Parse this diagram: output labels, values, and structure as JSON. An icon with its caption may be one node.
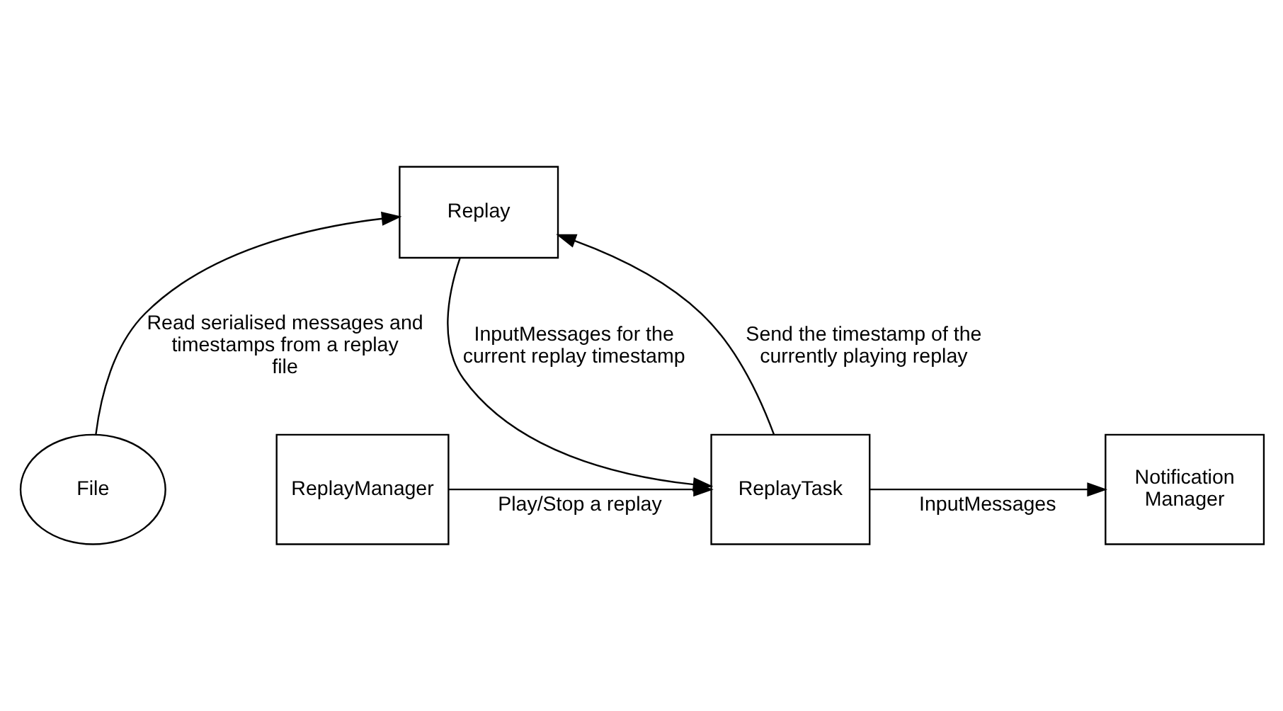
{
  "diagram": {
    "nodes": [
      {
        "text": [
          "Notification Manager"
        ]
      },
      {
        "text": [
          "ReplayTask"
        ]
      },
      {
        "text": [
          "ReplayManager"
        ]
      },
      {
        "text": [
          "Replay"
        ]
      },
      {
        "text": [
          "File"
        ]
      }
    ],
    "edges": [
      {
        "from": 1,
        "to": 0,
        "arrow": "to",
        "label": "InputMessages"
      },
      {
        "from": 2,
        "to": 1,
        "arrow": "to",
        "label": "Play/Stop a replay"
      },
      {
        "from": 3,
        "to": 1,
        "arrow": "to",
        "label": "InputMessages for the current replay timestamp"
      },
      {
        "from": 1,
        "to": 3,
        "arrow": "to",
        "label": "Send the timestamp of the currently playing replay"
      },
      {
        "from": 4,
        "to": 3,
        "arrow": "to",
        "label": "Read serialised messages and timestamps from a replay file"
      }
    ]
  }
}
